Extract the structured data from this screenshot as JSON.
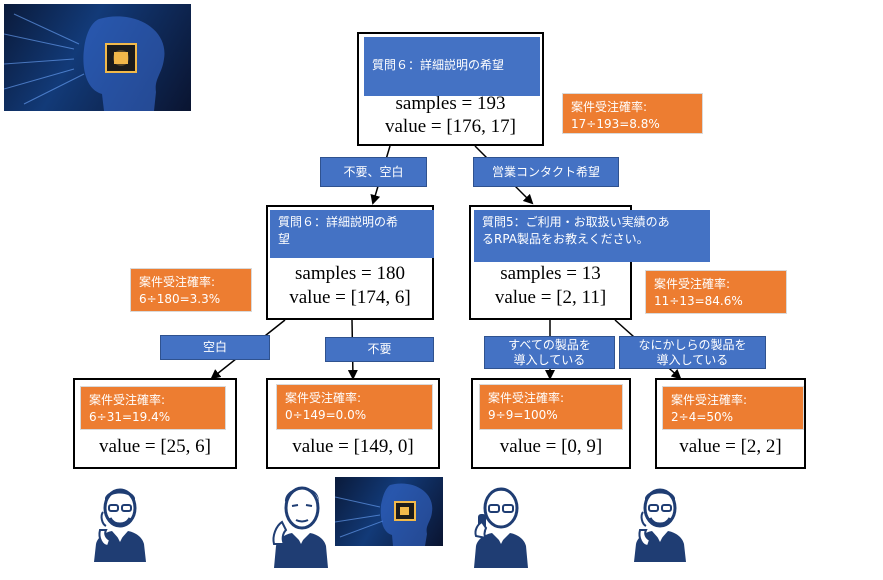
{
  "root": {
    "question": "質問６：詳細説明の希望",
    "samples": "samples = 193",
    "value": "value = [176, 17]",
    "rate_title": "案件受注確率:",
    "rate_value": "17÷193=8.8%"
  },
  "edges": {
    "left": "不要、空白",
    "right": "営業コンタクト希望",
    "ll": "空白",
    "lr": "不要",
    "rl_line1": "すべての製品を",
    "rl_line2": "導入している",
    "rr_line1": "なにかしらの製品を",
    "rr_line2": "導入している"
  },
  "left_node": {
    "question_line1": "質問６：詳細説明の希",
    "question_line2": "望",
    "samples": "samples = 180",
    "value": "value = [174, 6]",
    "rate_title": "案件受注確率:",
    "rate_value": "6÷180=3.3%"
  },
  "right_node": {
    "question_line1": "質問5：ご利用・お取扱い実績のあ",
    "question_line2": "るRPA製品をお教えください。",
    "samples": "samples = 13",
    "value": "value = [2, 11]",
    "rate_title": "案件受注確率:",
    "rate_value": "11÷13=84.6%"
  },
  "leaves": [
    {
      "rate_title": "案件受注確率:",
      "rate_value": "6÷31=19.4%",
      "value": "value = [25, 6]"
    },
    {
      "rate_title": "案件受注確率:",
      "rate_value": "0÷149=0.0%",
      "value": "value = [149, 0]"
    },
    {
      "rate_title": "案件受注確率:",
      "rate_value": "9÷9=100%",
      "value": "value = [0, 9]"
    },
    {
      "rate_title": "案件受注確率:",
      "rate_value": "2÷4=50%",
      "value": "value = [2, 2]"
    }
  ],
  "colors": {
    "blue": "#4472c4",
    "orange": "#ed7d31",
    "person": "#1f3d73"
  }
}
